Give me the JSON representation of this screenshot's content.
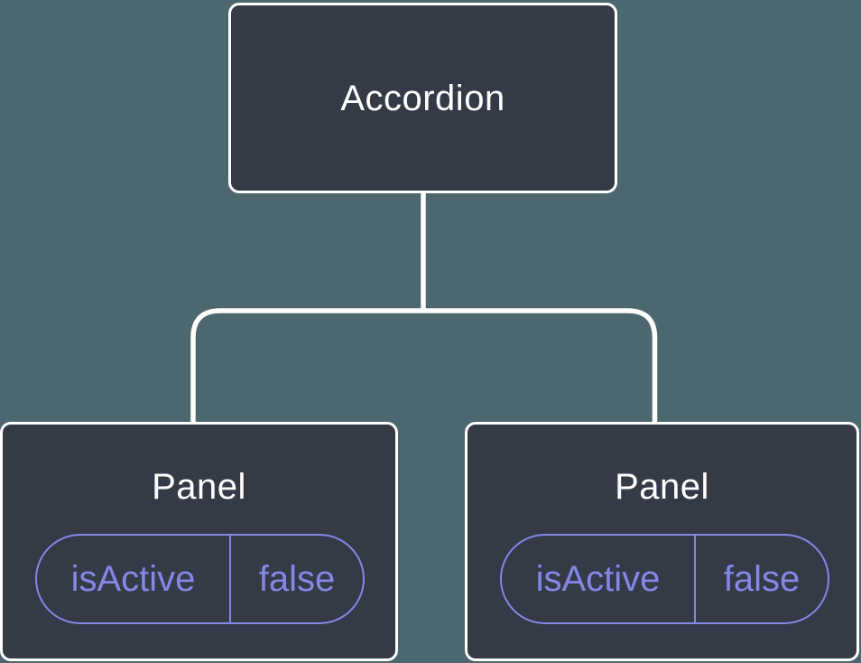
{
  "diagram": {
    "root": {
      "label": "Accordion"
    },
    "panels": [
      {
        "label": "Panel",
        "state": {
          "name": "isActive",
          "value": "false"
        }
      },
      {
        "label": "Panel",
        "state": {
          "name": "isActive",
          "value": "false"
        }
      }
    ],
    "colors": {
      "background": "#4d676e",
      "node_fill": "#343a46",
      "node_border": "#ffffff",
      "node_text": "#ffffff",
      "connector": "#ffffff",
      "state_accent": "#8487e6"
    }
  }
}
